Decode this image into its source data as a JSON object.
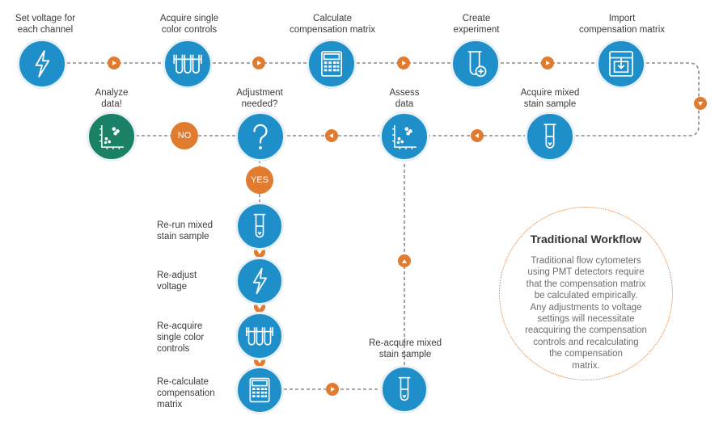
{
  "steps": {
    "set_voltage": "Set voltage for\neach channel",
    "acquire_single": "Acquire single\ncolor controls",
    "calculate_matrix": "Calculate\ncompensation matrix",
    "create_experiment": "Create\nexperiment",
    "import_matrix": "Import\ncompensation matrix",
    "acquire_mixed": "Acquire mixed\nstain sample",
    "assess_data": "Assess\ndata",
    "adjustment_needed": "Adjustment\nneeded?",
    "analyze_data": "Analyze\ndata!",
    "rerun_mixed": "Re-run mixed\nstain sample",
    "readjust_voltage": "Re-adjust\nvoltage",
    "reacquire_single": "Re-acquire\nsingle color\ncontrols",
    "recalculate_matrix": "Re-calculate\ncompensation\nmatrix",
    "reacquire_mixed": "Re-acquire mixed\nstain sample"
  },
  "decisions": {
    "no": "NO",
    "yes": "YES"
  },
  "traditional": {
    "title": "Traditional Workflow",
    "body": "Traditional flow cytometers\nusing PMT detectors require\nthat the compensation matrix\nbe calculated empirically.\nAny adjustments to voltage\nsettings will necessitate\nreacquiring the compensation\ncontrols and recalculating\nthe compensation\nmatrix."
  },
  "colors": {
    "node": "#1f8fc9",
    "final_node": "#1a8066",
    "arrow": "#e07b2f",
    "line": "#8c8c8c"
  },
  "icons": [
    "lightning-icon",
    "tubes-icon",
    "calculator-icon",
    "tube-plus-icon",
    "import-tray-icon",
    "test-tube-icon",
    "scatter-plot-icon",
    "question-icon"
  ]
}
